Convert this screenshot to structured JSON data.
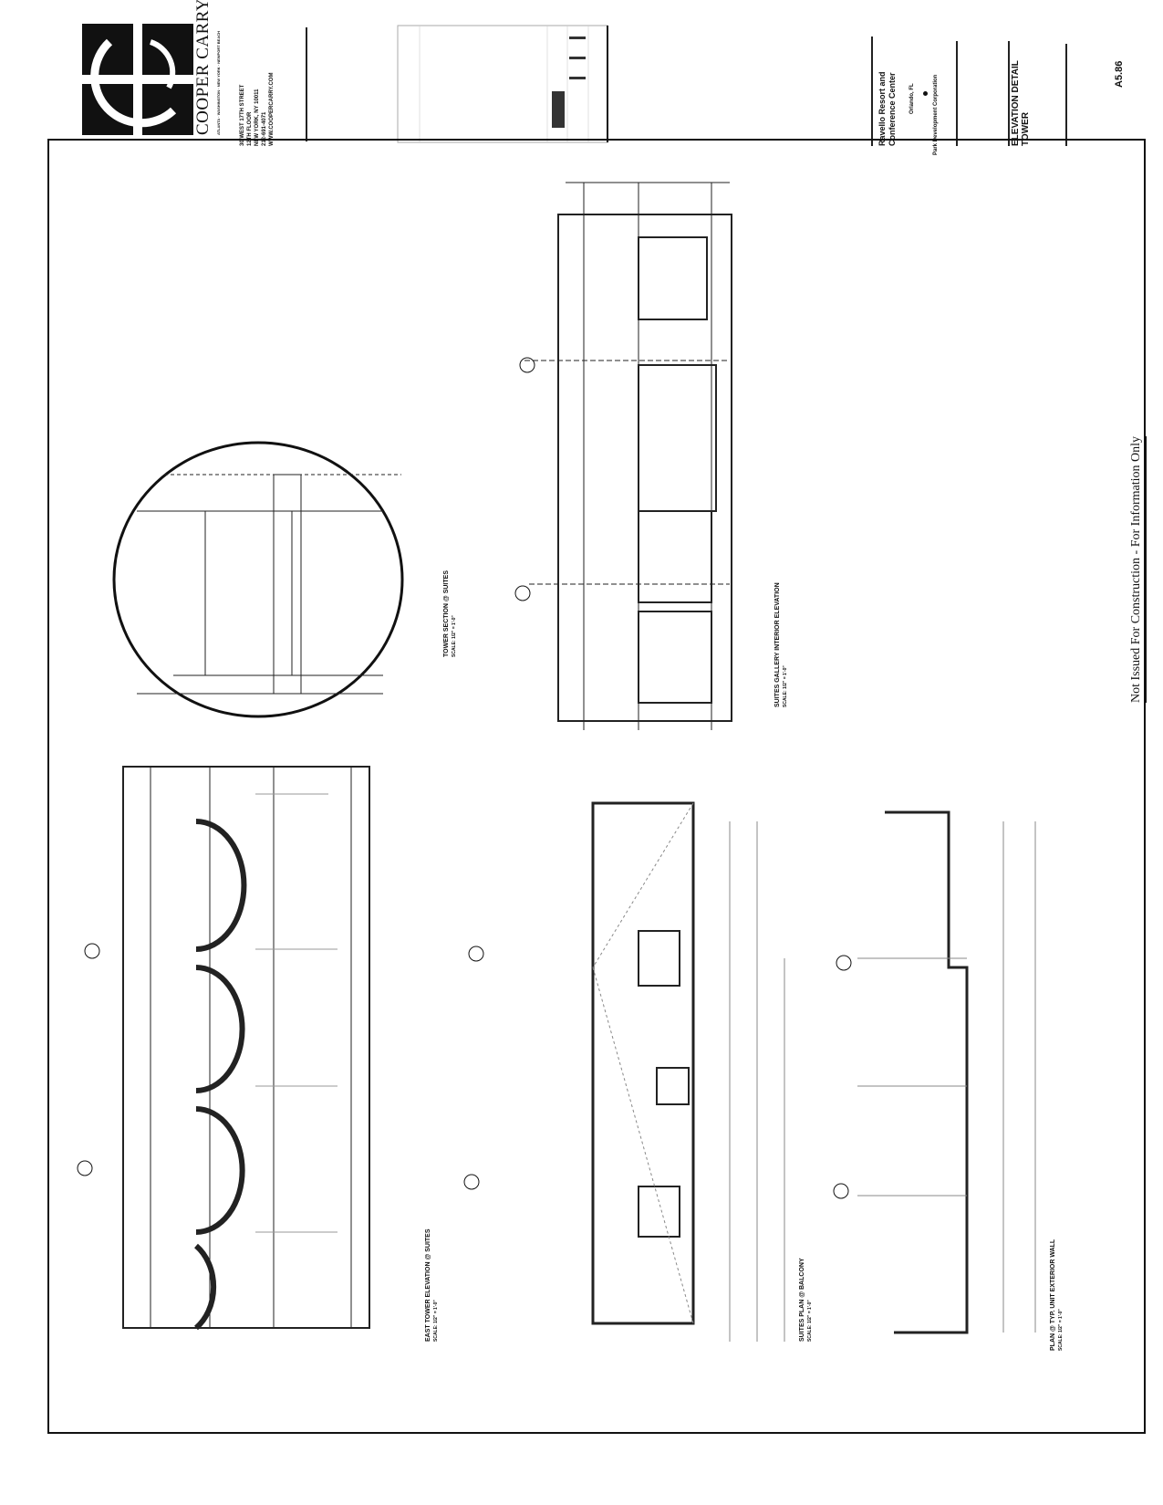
{
  "firm": {
    "name": "COOPER CARRY",
    "tagline": "ATLANTA · WASHINGTON · NEW YORK · NEWPORT BEACH",
    "address": [
      "30 WEST 17TH STREET",
      "12TH FLOOR",
      "NEW YORK, NY 10011",
      "212-691-4071",
      "WWW.COOPERCARRY.COM"
    ]
  },
  "project": {
    "name_line1": "Ravello Resort and",
    "name_line2": "Conference Center",
    "location": "Orlando, FL",
    "client": "Park Development Corporation"
  },
  "sheet": {
    "title_line1": "ELEVATION DETAIL",
    "title_line2": "TOWER",
    "number": "A5.86"
  },
  "drawings": [
    {
      "title": "TOWER SECTION @ SUITES",
      "scale": "SCALE: 1/2\" = 1'-0\""
    },
    {
      "title": "SUITES GALLERY INTERIOR ELEVATION",
      "scale": "SCALE: 1/2\" = 1'-0\""
    },
    {
      "title": "EAST TOWER ELEVATION @ SUITES",
      "scale": "SCALE: 1/2\" = 1'-0\""
    },
    {
      "title": "SUITES PLAN @ BALCONY",
      "scale": "SCALE: 1/2\" = 1'-0\""
    },
    {
      "title": "PLAN @ TYP. UNIT EXTERIOR WALL",
      "scale": "SCALE: 1/2\" = 1'-0\""
    }
  ],
  "watermark": "Not Issued For Construction - For Information Only"
}
